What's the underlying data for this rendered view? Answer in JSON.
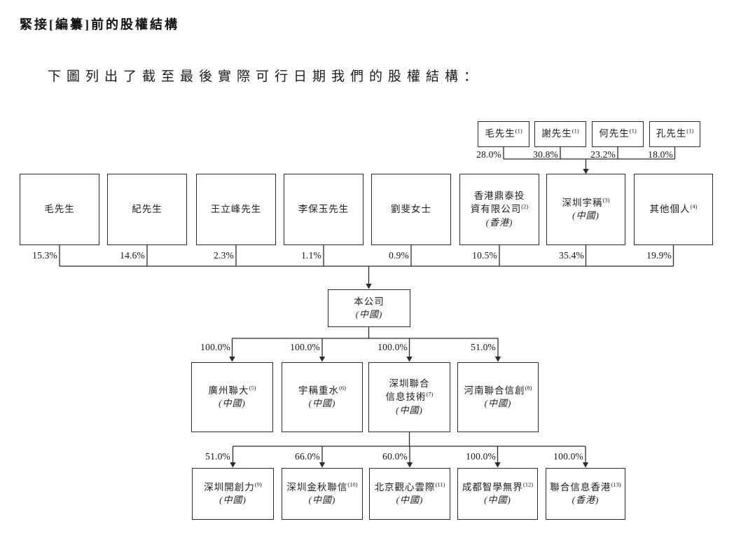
{
  "page": {
    "heading": "緊接[編纂]前的股權結構",
    "intro": "下圖列出了截至最後實際可行日期我們的股權結構："
  },
  "colors": {
    "ink": "#1d1d1d",
    "line": "#2b2b2b",
    "background": "#ffffff"
  },
  "diagram": {
    "top_shareholders": [
      {
        "name": "毛先生",
        "note": "(1)",
        "pct": "28.0%"
      },
      {
        "name": "謝先生",
        "note": "(1)",
        "pct": "30.8%"
      },
      {
        "name": "何先生",
        "note": "(1)",
        "pct": "23.2%"
      },
      {
        "name": "孔先生",
        "note": "(1)",
        "pct": "18.0%"
      }
    ],
    "shareholders": [
      {
        "name": "毛先生",
        "pct": "15.3%"
      },
      {
        "name": "紀先生",
        "pct": "14.6%"
      },
      {
        "name": "王立峰先生",
        "pct": "2.3%"
      },
      {
        "name": "李保玉先生",
        "pct": "1.1%"
      },
      {
        "name": "劉斐女士",
        "pct": "0.9%"
      },
      {
        "name": "香港鼎泰投",
        "name2": "資有限公司",
        "note": "(2)",
        "country": "(香港)",
        "pct": "10.5%"
      },
      {
        "name": "深圳宇稱",
        "note": "(3)",
        "country": "(中國)",
        "pct": "35.4%"
      },
      {
        "name": "其他個人",
        "note": "(4)",
        "pct": "19.9%"
      }
    ],
    "company": {
      "name": "本公司",
      "country": "(中國)"
    },
    "subsidiaries_l1": [
      {
        "name": "廣州聯大",
        "note": "(5)",
        "country": "(中國)",
        "pct": "100.0%"
      },
      {
        "name": "宇稱重水",
        "note": "(6)",
        "country": "(中國)",
        "pct": "100.0%"
      },
      {
        "name": "深圳聯合",
        "name2": "信息技術",
        "note": "(7)",
        "country": "(中國)",
        "pct": "100.0%"
      },
      {
        "name": "河南聯合信創",
        "note": "(8)",
        "country": "(中國)",
        "pct": "51.0%"
      }
    ],
    "subsidiaries_l2": [
      {
        "name": "深圳開創力",
        "note": "(9)",
        "country": "(中國)",
        "pct": "51.0%"
      },
      {
        "name": "深圳金秋聯信",
        "note": "(10)",
        "country": "(中國)",
        "pct": "66.0%"
      },
      {
        "name": "北京觀心雲際",
        "note": "(11)",
        "country": "(中國)",
        "pct": "60.0%"
      },
      {
        "name": "成都智學無界",
        "note": "(12)",
        "country": "(中國)",
        "pct": "100.0%"
      },
      {
        "name": "聯合信息香港",
        "note": "(13)",
        "country": "(香港)",
        "pct": "100.0%"
      }
    ]
  }
}
